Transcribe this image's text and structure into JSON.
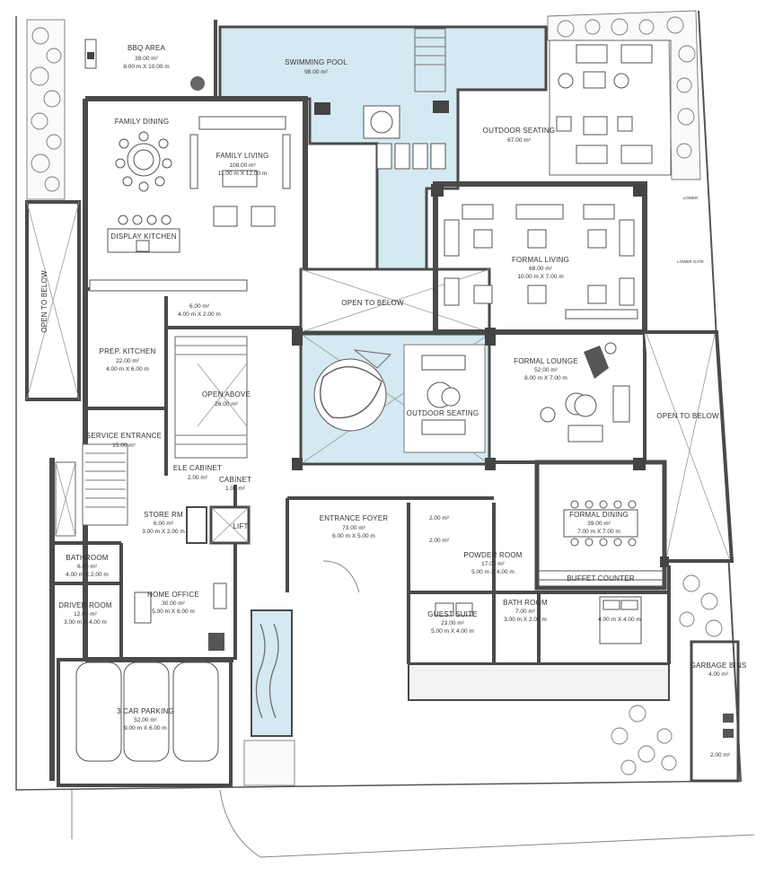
{
  "rooms": {
    "bbq": {
      "name": "BBQ AREA",
      "area": "39.00 m²",
      "dims": "8.00 m X 10.00 m"
    },
    "pool": {
      "name": "SWIMMING POOL",
      "area": "98.00 m²"
    },
    "family_dining": {
      "name": "FAMILY DINING"
    },
    "family_living": {
      "name": "FAMILY LIVING",
      "area": "108.00 m²",
      "dims": "11.00 m X 12.00 m"
    },
    "display_kitchen": {
      "name": "DISPLAY KITCHEN"
    },
    "outdoor_seating_top": {
      "name": "OUTDOOR SEATING",
      "area": "67.00 m²"
    },
    "formal_living": {
      "name": "FORMAL LIVING",
      "area": "68.00 m²",
      "dims": "10.00 m X 7.00 m"
    },
    "open_below_left": {
      "name": "OPEN TO BELOW"
    },
    "open_below_mid": {
      "name": "OPEN TO BELOW"
    },
    "open_below_right": {
      "name": "OPEN TO BELOW"
    },
    "small_room": {
      "area": "6.00 m²",
      "dims": "4.00 m X 2.00 m"
    },
    "prep_kitchen": {
      "name": "PREP. KITCHEN",
      "area": "22.00 m²",
      "dims": "4.00 m X 6.00 m"
    },
    "open_above": {
      "name": "OPEN ABOVE",
      "area": "26.00 m²"
    },
    "outdoor_seating_court": {
      "name": "OUTDOOR SEATING"
    },
    "formal_lounge": {
      "name": "FORMAL LOUNGE",
      "area": "52.00 m²",
      "dims": "8.00 m X 7.00 m"
    },
    "service_entrance": {
      "name": "SERVICE ENTRANCE",
      "area": "15.00 m²"
    },
    "ele_cabinet": {
      "name": "ELE CABINET",
      "area": "2.00 m²"
    },
    "cabinet": {
      "name": "CABINET",
      "area": "1.00 m²"
    },
    "store": {
      "name": "STORE RM",
      "area": "6.00 m²",
      "dims": "3.00 m X 2.00 m"
    },
    "lift": {
      "name": "LIFT"
    },
    "entrance_foyer": {
      "name": "ENTRANCE FOYER",
      "area": "73.00 m²",
      "dims": "6.00 m X 5.00 m"
    },
    "wc1": {
      "area": "2.00 m²"
    },
    "wc2": {
      "area": "2.00 m²"
    },
    "formal_dining": {
      "name": "FORMAL DINING",
      "area": "39.00 m²",
      "dims": "7.00 m X 7.00 m"
    },
    "powder_room": {
      "name": "POWDER ROOM",
      "area": "17.00 m²",
      "dims": "5.00 m X 4.00 m"
    },
    "buffet": {
      "name": "BUFFET COUNTER"
    },
    "bathroom_left": {
      "name": "BATHROOM",
      "area": "6.00 m²",
      "dims": "4.00 m X 2.00 m"
    },
    "home_office": {
      "name": "HOME OFFICE",
      "area": "30.00 m²",
      "dims": "5.00 m X 6.00 m"
    },
    "driver_room": {
      "name": "DRIVER ROOM",
      "area": "12.00 m²",
      "dims": "3.00 m X 4.00 m"
    },
    "guest_suite": {
      "name": "GUEST SUITE",
      "area": "23.00 m²",
      "dims": "5.00 m X 4.00 m"
    },
    "bathroom_guest": {
      "name": "BATH ROOM",
      "area": "7.00 m²",
      "dims": "3.00 m X 2.00 m"
    },
    "guest_bed": {
      "dims": "4.00 m X 4.00 m"
    },
    "garbage": {
      "name": "GARBAGE BINS",
      "area": "4.00 m²"
    },
    "car_parking": {
      "name": "3 CAR PARKING",
      "area": "52.00 m²",
      "dims": "9.00 m X 6.00 m"
    },
    "small_bottom_right": {
      "area": "2.00 m²"
    }
  },
  "annotations": {
    "lower": "LOWER",
    "lower_gate": "LOWER GATE"
  }
}
